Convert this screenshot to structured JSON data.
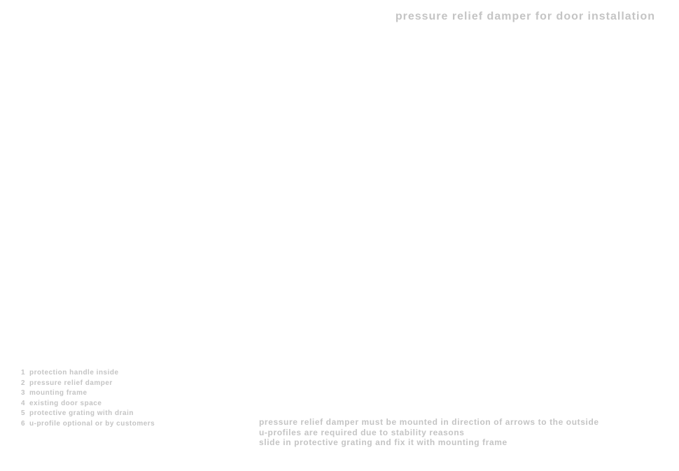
{
  "title": "pressure relief damper for door installation",
  "legend": [
    {
      "num": "1",
      "label": "protection handle inside"
    },
    {
      "num": "2",
      "label": "pressure relief damper"
    },
    {
      "num": "3",
      "label": "mounting frame"
    },
    {
      "num": "4",
      "label": "existing door space"
    },
    {
      "num": "5",
      "label": "protective grating with drain"
    },
    {
      "num": "6",
      "label": "u-profile optional or by customers"
    }
  ],
  "notes": [
    "pressure relief damper must be mounted in direction of arrows to the outside",
    "u-profiles are required due to stability reasons",
    "slide in protective grating and fix it with mounting frame"
  ]
}
